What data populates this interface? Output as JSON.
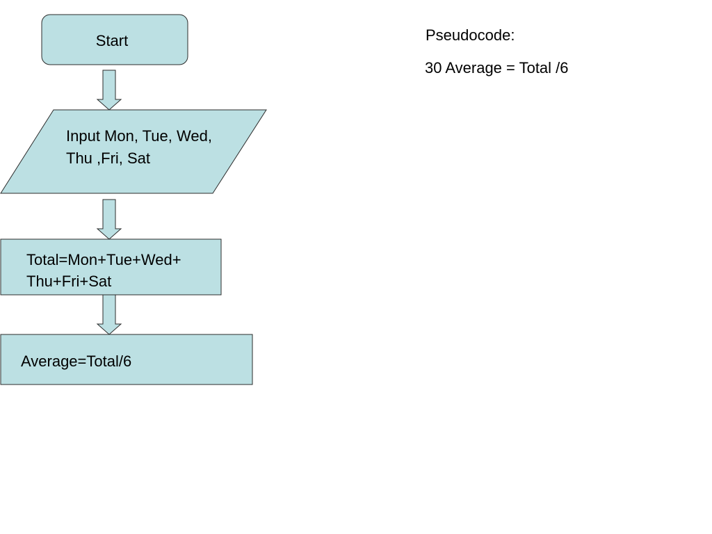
{
  "flowchart": {
    "fill_color": "#bce0e3",
    "stroke_color": "#2b2b2b",
    "start_label": "Start",
    "input_lines": [
      "Input Mon, Tue, Wed,",
      "Thu ,Fri, Sat"
    ],
    "process_lines": [
      "Total=Mon+Tue+Wed+",
      "Thu+Fri+Sat"
    ],
    "average_label": "Average=Total/6"
  },
  "pseudocode": {
    "heading": "Pseudocode:",
    "line": "30 Average = Total /6"
  }
}
